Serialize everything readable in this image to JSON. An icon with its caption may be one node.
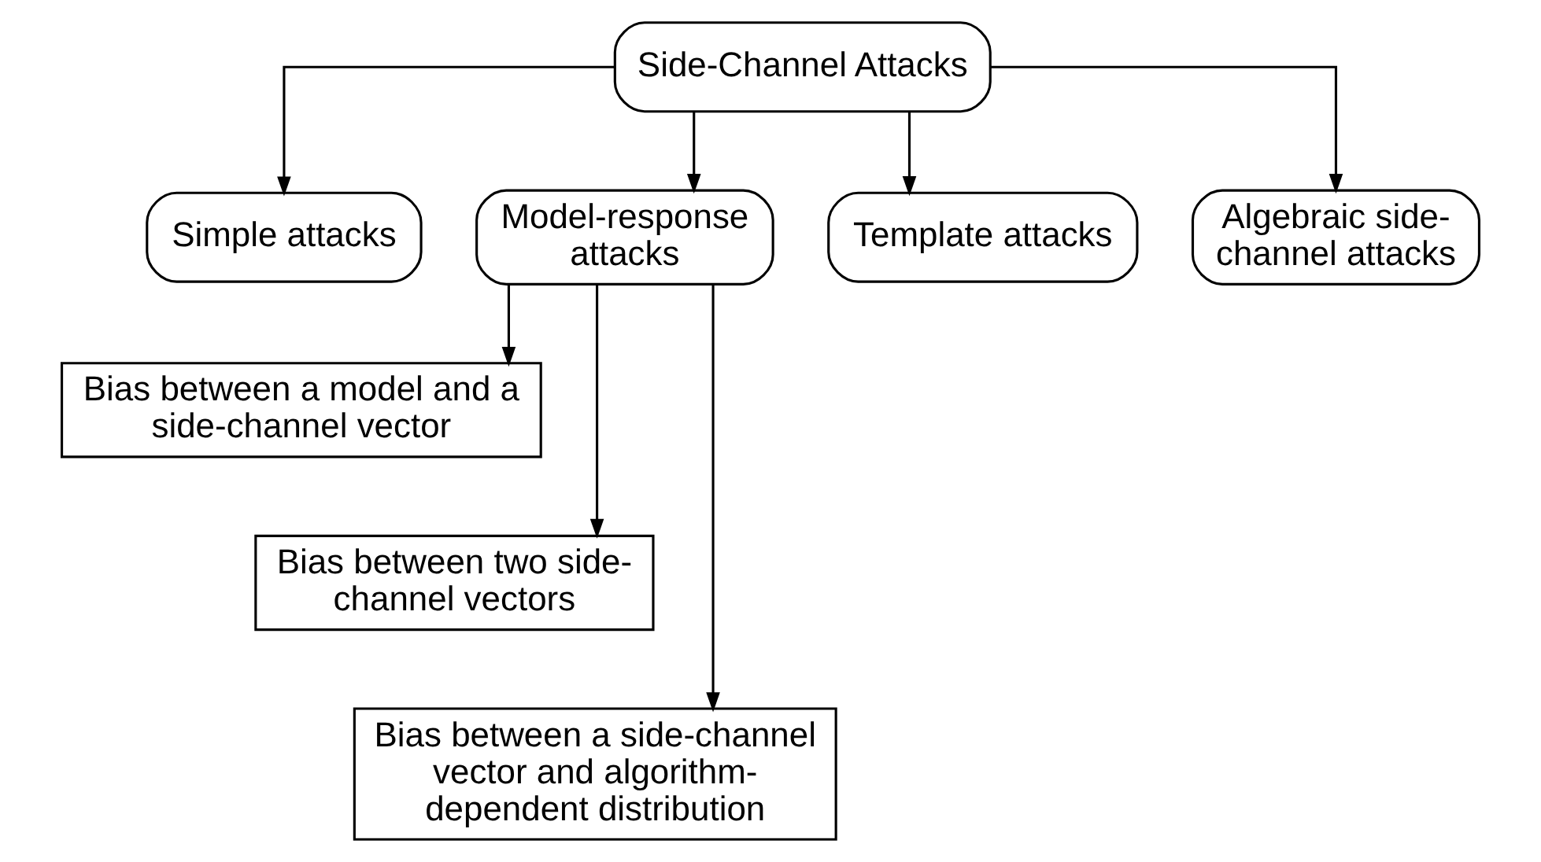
{
  "diagram": {
    "nodes": [
      {
        "text": [
          "Side-Channel Attacks"
        ]
      },
      {
        "text": [
          "Simple attacks"
        ]
      },
      {
        "text": [
          "Model-response attacks"
        ]
      },
      {
        "text": [
          "Template attacks"
        ]
      },
      {
        "text": [
          "Algebraic side-channel attacks"
        ]
      },
      {
        "text": [
          "Bias between a model and a side-channel vector"
        ]
      },
      {
        "text": [
          "Bias between two side-channel vectors"
        ]
      },
      {
        "text": [
          "Bias between a side-channel vector and algorithm-dependent distribution"
        ]
      }
    ],
    "edges": [
      {
        "from": 0,
        "to": 1,
        "arrow": "to"
      },
      {
        "from": 0,
        "to": 2,
        "arrow": "to"
      },
      {
        "from": 0,
        "to": 3,
        "arrow": "to"
      },
      {
        "from": 0,
        "to": 4,
        "arrow": "to"
      },
      {
        "from": 2,
        "to": 5,
        "arrow": "to"
      },
      {
        "from": 2,
        "to": 6,
        "arrow": "to"
      },
      {
        "from": 2,
        "to": 7,
        "arrow": "to"
      }
    ]
  }
}
